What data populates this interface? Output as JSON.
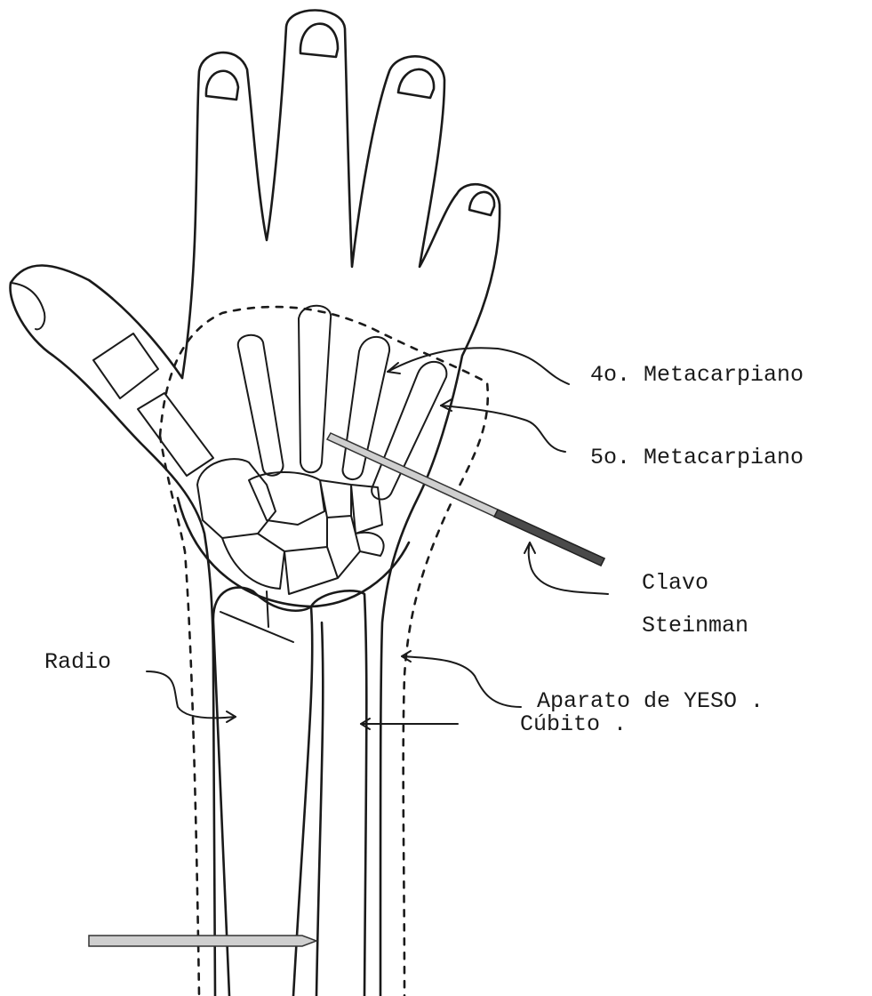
{
  "labels": {
    "metacarpal_4": "4o. Metacarpiano",
    "metacarpal_5": "5o. Metacarpiano",
    "pin_line1": "Clavo",
    "pin_line2": "Steinman",
    "cast": "Aparato de YESO .",
    "radius": "Radio",
    "ulna": "Cúbito ."
  },
  "colors": {
    "ink": "#1a1a1a",
    "pin_fill": "#cfcfcf",
    "pin_dark": "#4a4a4a",
    "background": "#ffffff"
  }
}
